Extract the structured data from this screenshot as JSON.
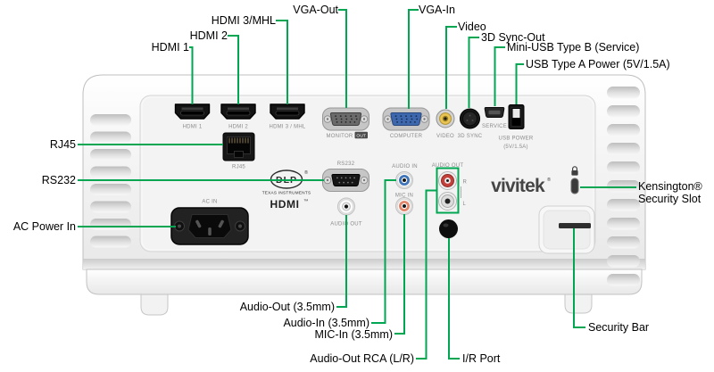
{
  "colors": {
    "callout_green": "#00A651"
  },
  "callouts": {
    "hdmi1": "HDMI 1",
    "hdmi2": "HDMI 2",
    "hdmi3_mhl": "HDMI 3/MHL",
    "vga_out": "VGA-Out",
    "vga_in": "VGA-In",
    "video": "Video",
    "sync3d_out": "3D Sync-Out",
    "mini_usb": "Mini-USB Type B (Service)",
    "usb_power": "USB Type A Power (5V/1.5A)",
    "rj45": "RJ45",
    "rs232": "RS232",
    "ac_power_in": "AC Power In",
    "kensington_line1": "Kensington®",
    "kensington_line2": "Security Slot",
    "security_bar": "Security Bar",
    "audio_out_35": "Audio-Out (3.5mm)",
    "audio_in_35": "Audio-In (3.5mm)",
    "mic_in_35": "MIC-In (3.5mm)",
    "audio_out_rca": "Audio-Out RCA (L/R)",
    "ir_port": "I/R Port"
  },
  "panel_labels": {
    "hdmi1": "HDMI 1",
    "hdmi2": "HDMI 2",
    "hdmi3": "HDMI 3 / MHL",
    "monitor": "MONITOR",
    "monitor_out_badge": "OUT",
    "computer": "COMPUTER",
    "video": "VIDEO",
    "sync3d": "3D SYNC",
    "service": "SERVICE",
    "usb_power": "USB POWER",
    "usb_power_rating": "(5V/1.5A)",
    "rj45": "RJ45",
    "rs232": "RS232",
    "audio_in": "AUDIO IN",
    "audio_out_rca": "AUDIO OUT",
    "mic_in": "MIC IN",
    "audio_out_35": "AUDIO OUT",
    "ac_in": "AC IN",
    "rca_r": "R",
    "rca_l": "L"
  },
  "logos": {
    "dlp": "DLP",
    "dlp_reg": "®",
    "dlp_sub": "TEXAS INSTRUMENTS",
    "hdmi": "HDMI",
    "hdmi_tm": "™",
    "vivitek": "vivitek",
    "vivitek_reg": "®"
  }
}
